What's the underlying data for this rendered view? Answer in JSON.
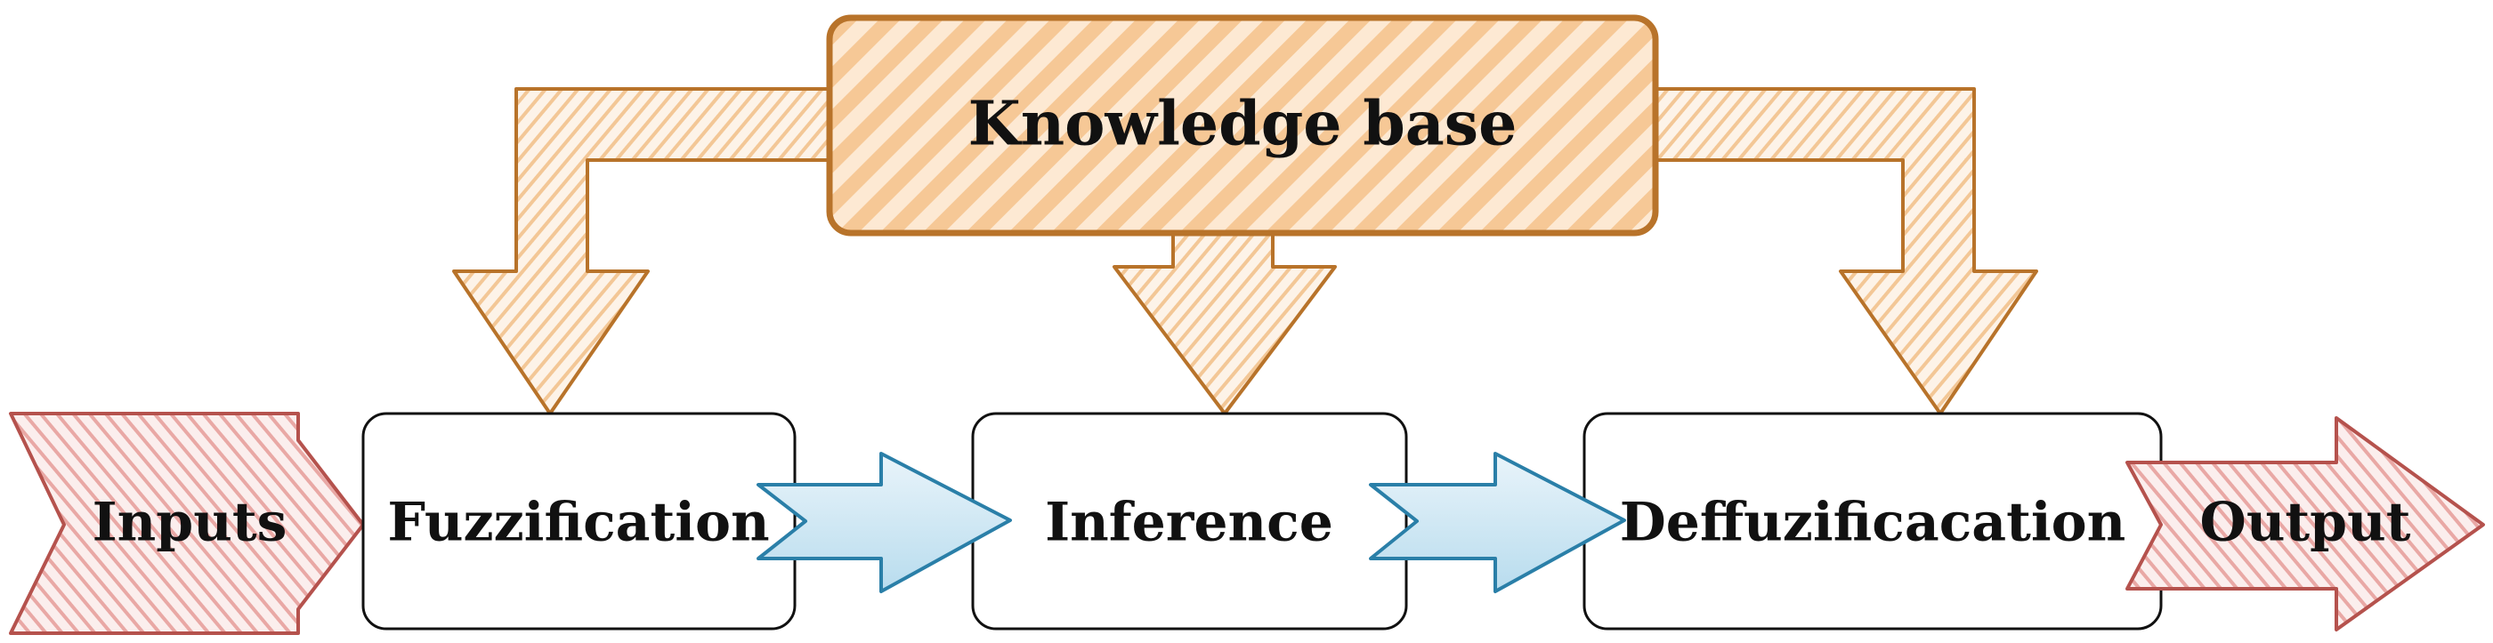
{
  "diagram": {
    "knowledge_base": "Knowledge base",
    "input_label": "Inputs",
    "output_label": "Output",
    "stages": [
      {
        "label": "Fuzzification"
      },
      {
        "label": "Inference"
      },
      {
        "label": "Deffuzificacation"
      }
    ]
  },
  "colors": {
    "orange_stroke": "#b8732a",
    "orange_fill": "#f6c896",
    "red_stroke": "#b5524d",
    "red_fill": "#f2c5c3",
    "blue_stroke": "#2a7fa8",
    "blue_fill": "#cfe6f2",
    "box_stroke": "#111111"
  }
}
